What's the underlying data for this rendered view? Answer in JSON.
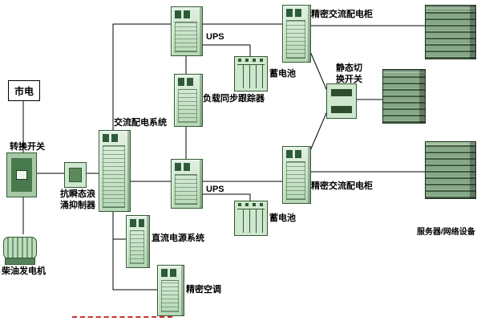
{
  "diagram": {
    "nodes": {
      "mains": {
        "label": "市电"
      },
      "transfer_switch": {
        "label": "转换开关"
      },
      "surge_suppressor": {
        "label": "抗瞬态浪\n涌抑制器"
      },
      "diesel_generator": {
        "label": "柴油发电机"
      },
      "ac_distribution": {
        "label": "交流配电系统"
      },
      "ups_top": {
        "label": "UPS"
      },
      "load_tracker": {
        "label": "负载同步跟踪器"
      },
      "ups_mid": {
        "label": "UPS"
      },
      "battery_top": {
        "label": "蓄电池"
      },
      "battery_bottom": {
        "label": "蓄电池"
      },
      "dc_system": {
        "label": "直流电源系统"
      },
      "precision_ac": {
        "label": "精密空调"
      },
      "precision_dist_top": {
        "label": "精密交流配电柜"
      },
      "static_switch": {
        "label": "静态切\n换开关"
      },
      "precision_dist_bottom": {
        "label": "精密交流配电柜"
      },
      "servers": {
        "label": "服务器/网络设备"
      }
    },
    "colors": {
      "wire": "#000000",
      "cabinet_fill": "#c9e2c9",
      "cabinet_border": "#2f5b2f",
      "rack_fill": "#86a886",
      "background": "#ffffff"
    }
  }
}
